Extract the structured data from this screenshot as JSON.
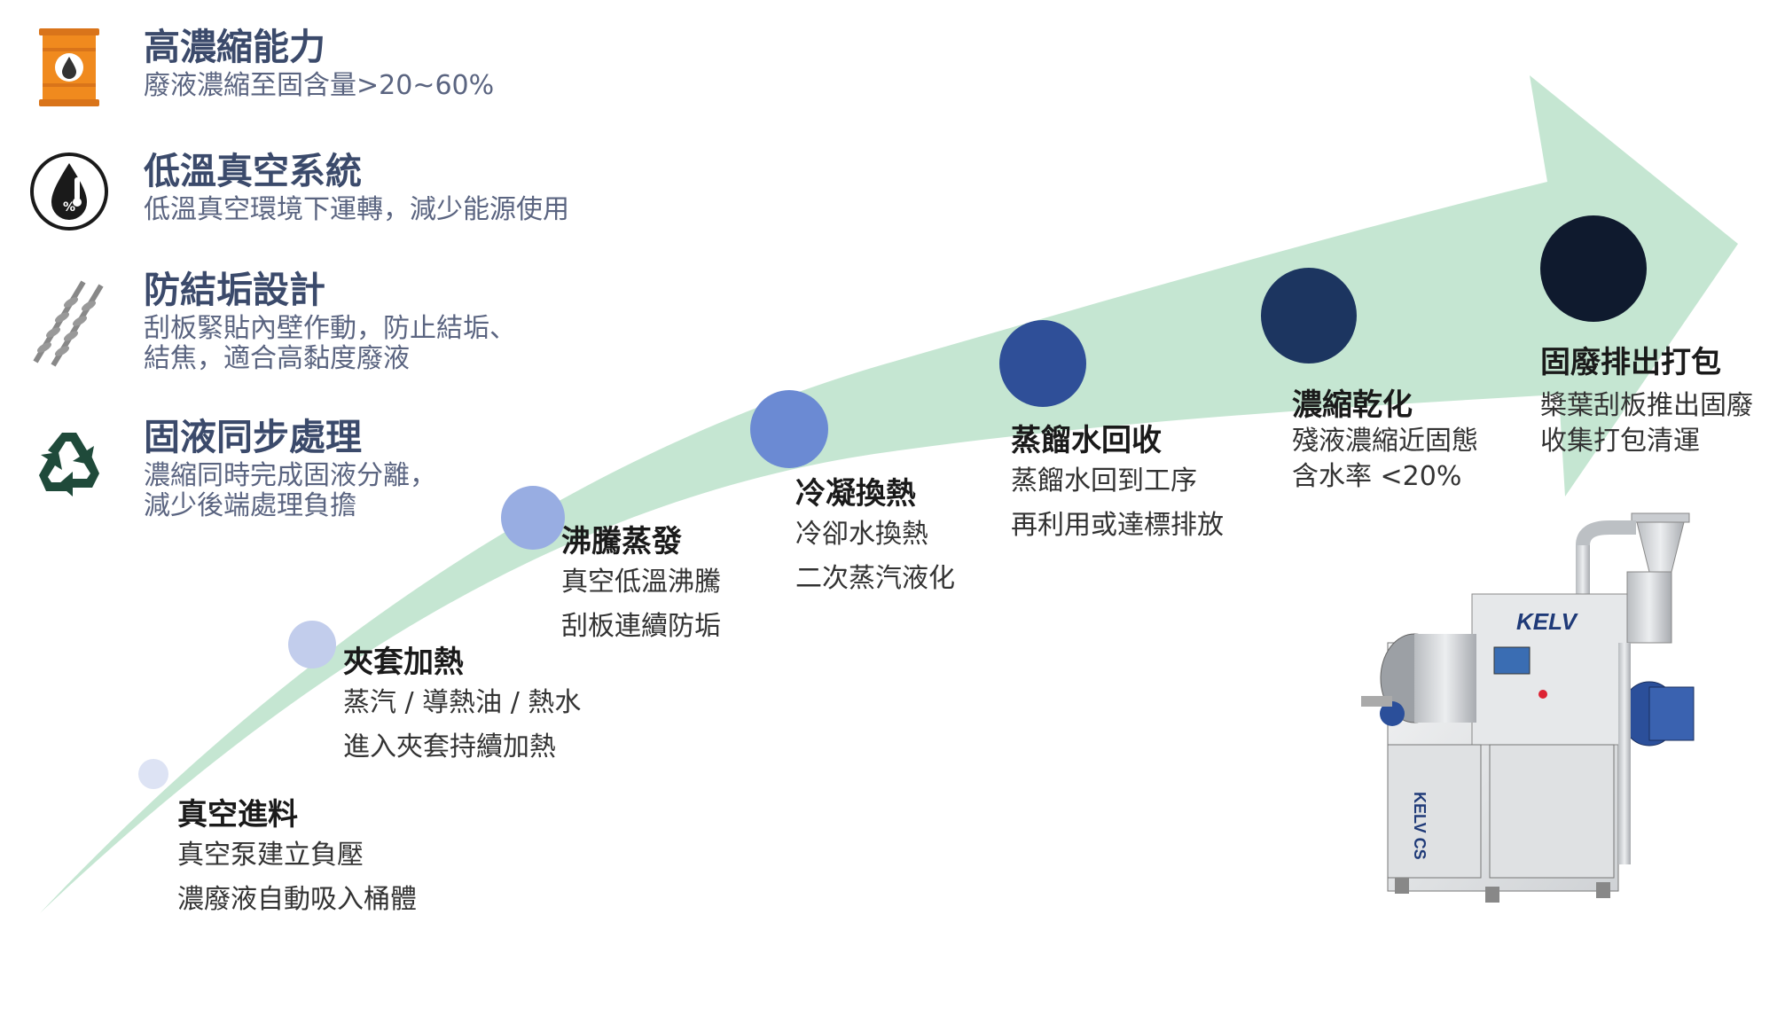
{
  "features": [
    {
      "icon": "oil-barrel-icon",
      "title": "高濃縮能力",
      "lines": [
        "廢液濃縮至固含量>20~60%"
      ]
    },
    {
      "icon": "thermometer-drop-icon",
      "title": "低溫真空系統",
      "lines": [
        "低溫真空環境下運轉，減少能源使用"
      ]
    },
    {
      "icon": "screw-scraper-icon",
      "title": "防結垢設計",
      "lines": [
        "刮板緊貼內壁作動，防止結垢、",
        "結焦，適合高黏度廢液"
      ]
    },
    {
      "icon": "recycle-icon",
      "title": "固液同步處理",
      "lines": [
        "濃縮同時完成固液分離，",
        "減少後端處理負擔"
      ]
    }
  ],
  "steps": [
    {
      "title": "真空進料",
      "lines": [
        "真空泵建立負壓",
        "濃廢液自動吸入桶體"
      ],
      "color": "#dde3f4"
    },
    {
      "title": "夾套加熱",
      "lines": [
        "蒸汽 / 導熱油 / 熱水",
        "進入夾套持續加熱"
      ],
      "color": "#c2cdec"
    },
    {
      "title": "沸騰蒸發",
      "lines": [
        "真空低溫沸騰",
        "刮板連續防垢"
      ],
      "color": "#98ade2"
    },
    {
      "title": "冷凝換熱",
      "lines": [
        "冷卻水換熱",
        "二次蒸汽液化"
      ],
      "color": "#6b8ad3"
    },
    {
      "title": "蒸餾水回收",
      "lines": [
        "蒸餾水回到工序",
        "再利用或達標排放"
      ],
      "color": "#2f4f98"
    },
    {
      "title": "濃縮乾化",
      "lines": [
        "殘液濃縮近固態",
        "含水率 <20%"
      ],
      "color": "#1c3560"
    },
    {
      "title": "固廢排出打包",
      "lines": [
        "槳葉刮板推出固廢",
        "收集打包清運"
      ],
      "color": "#0f1a2e"
    }
  ],
  "machine": {
    "brand": "KELV",
    "side_label": "KELV CS"
  },
  "colors": {
    "arrow": "#c5e6d2",
    "feature_title": "#3b4a6b",
    "feature_text": "#5a6480",
    "barrel": "#f08a1e",
    "recycle": "#1f4a3a"
  }
}
